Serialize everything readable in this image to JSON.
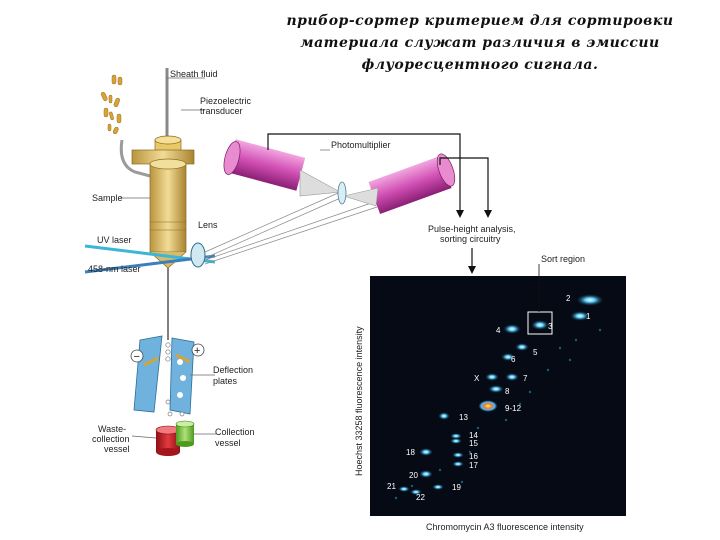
{
  "title": {
    "line1": "прибор-сортер критерием для сортировки",
    "line2": "материала служат различия в эмиссии",
    "line3": "флуоресцентного сигнала."
  },
  "labels": {
    "sheath_fluid": "Sheath fluid",
    "piezo_line1": "Piezoelectric",
    "piezo_line2": "transducer",
    "sample": "Sample",
    "lens": "Lens",
    "uv_laser": "UV laser",
    "laser_458": "458-nm laser",
    "photomultiplier": "Photomultiplier",
    "pha_line1": "Pulse-height analysis,",
    "pha_line2": "sorting circuitry",
    "sort_region": "Sort region",
    "deflection_line1": "Deflection",
    "deflection_line2": "plates",
    "waste_line1": "Waste-",
    "waste_line2": "collection",
    "waste_line3": "vessel",
    "collection_line1": "Collection",
    "collection_line2": "vessel",
    "minus": "−",
    "plus": "+"
  },
  "plot": {
    "y_axis_label": "Hoechst 33258 fluorescence intensity",
    "x_axis_label": "Chromomycin A3 fluorescence intensity",
    "clusters": [
      {
        "label": "2"
      },
      {
        "label": "1"
      },
      {
        "label": "3"
      },
      {
        "label": "4"
      },
      {
        "label": "5"
      },
      {
        "label": "6"
      },
      {
        "label": "X"
      },
      {
        "label": "7"
      },
      {
        "label": "8"
      },
      {
        "label": "9-12"
      },
      {
        "label": "13"
      },
      {
        "label": "14"
      },
      {
        "label": "15"
      },
      {
        "label": "18"
      },
      {
        "label": "16"
      },
      {
        "label": "17"
      },
      {
        "label": "20"
      },
      {
        "label": "21"
      },
      {
        "label": "22"
      },
      {
        "label": "19"
      }
    ]
  }
}
